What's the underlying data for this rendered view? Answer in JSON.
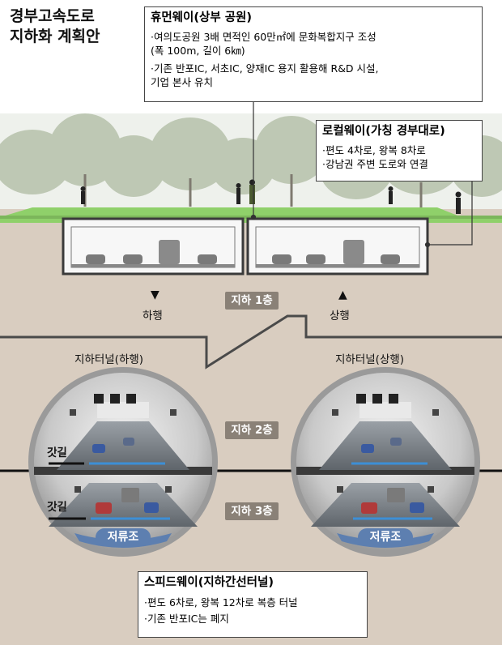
{
  "title": {
    "line1": "경부고속도로",
    "line2": "지하화 계획안"
  },
  "humanway": {
    "heading": "휴먼웨이(상부 공원)",
    "lines": [
      "·여의도공원 3배 면적인 60만㎡에 문화복합지구 조성",
      " (폭 100m, 길이 6㎞)",
      "·기존 반포IC, 서초IC, 양재IC 용지 활용해 R&D 시설,",
      " 기업 본사 유치"
    ]
  },
  "localway": {
    "heading": "로컬웨이(가칭 경부대로)",
    "lines": [
      "·편도 4차로, 왕복 8차로",
      "·강남권 주변 도로와 연결"
    ]
  },
  "floors": {
    "b1": "지하 1층",
    "b2": "지하 2층",
    "b3": "지하 3층"
  },
  "directions": {
    "down": {
      "arrow": "▼",
      "label": "하행"
    },
    "up": {
      "arrow": "▲",
      "label": "상행"
    }
  },
  "tunnels": {
    "left": "지하터널(하행)",
    "right": "지하터널(상행)",
    "shoulder": "갓길",
    "reservoir": "저류조"
  },
  "speedway": {
    "heading": "스피드웨이(지하간선터널)",
    "lines": [
      "·편도 6차로, 왕복 12차로 복층 터널",
      "·기존 반포IC는 폐지"
    ]
  },
  "colors": {
    "soil": "#d9cdc0",
    "grass": "#8fd06a",
    "sky": "#f0f2ee",
    "floor_badge": "#8a8177",
    "lane_arrow": "#3d8fd6",
    "reservoir": "#5d7fb0"
  }
}
